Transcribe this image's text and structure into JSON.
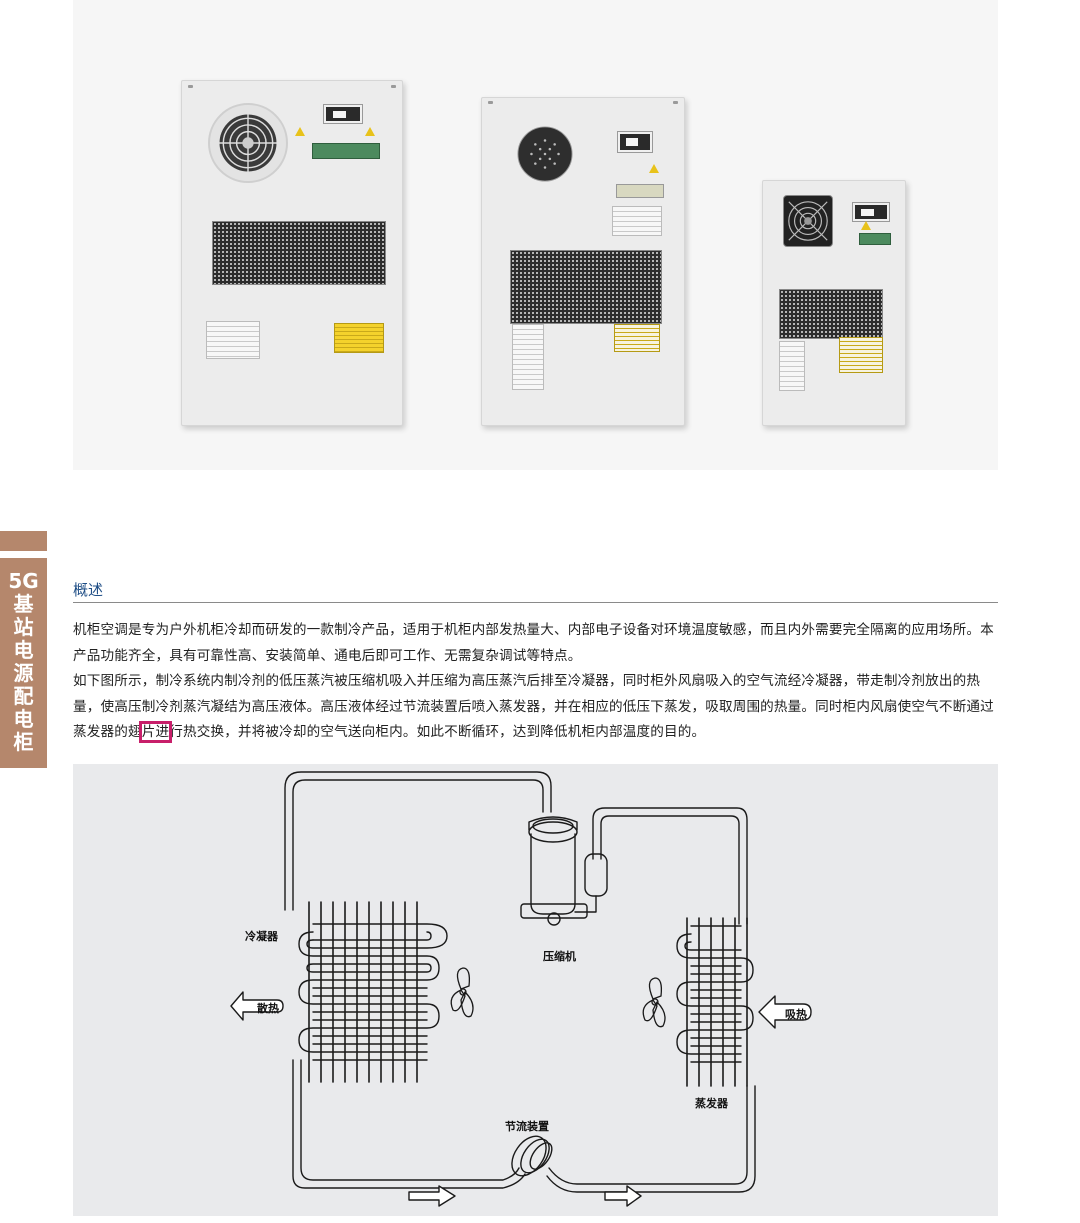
{
  "side_tab": {
    "lines": [
      "5G",
      "基",
      "站",
      "电",
      "源",
      "配",
      "电",
      "柜"
    ]
  },
  "section": {
    "title": "概述"
  },
  "paragraphs": {
    "p1": "机柜空调是专为户外机柜冷却而研发的一款制冷产品，适用于机柜内部发热量大、内部电子设备对环境温度敏感，而且内外需要完全隔离的应用场所。本产品功能齐全，具有可靠性高、安装简单、通电后即可工作、无需复杂调试等特点。",
    "p2_a": "如下图所示，制冷系统内制冷剂的低压蒸汽被压缩机吸入并压缩为高压蒸汽后排至冷凝器，同时柜外风扇吸入的空气流经冷凝器，带走制冷剂放出的热量，使高压制冷剂蒸汽凝结为高压液体。高压液体经过节流装置后喷入蒸发器，并在相应的低压下蒸发，吸取周围的热量。同时柜内风扇使空气不断通过蒸发器的翅",
    "p2_highlight": "片进",
    "p2_b": "行热交换，并将被冷却的空气送向柜内。如此不断循环，达到降低机柜内部温度的目的。"
  },
  "diagram": {
    "condenser": "冷凝器",
    "heat_release": "散热",
    "compressor": "压缩机",
    "heat_absorb": "吸热",
    "evaporator": "蒸发器",
    "throttle": "节流装置"
  },
  "colors": {
    "side_tab": "#b5876c",
    "title": "#1f4e86",
    "highlight_box": "#c81f6a",
    "diagram_bg": "#e9eaec"
  }
}
